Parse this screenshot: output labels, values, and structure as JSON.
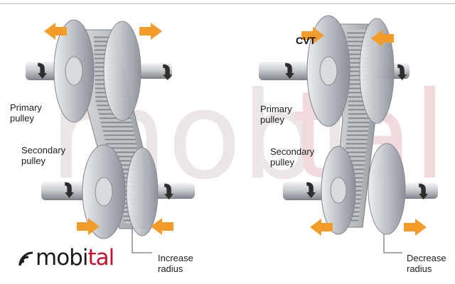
{
  "title": "CVT",
  "left_panel": {
    "primary_label": [
      "Primary",
      "pulley"
    ],
    "secondary_label": [
      "Secondary",
      "pulley"
    ],
    "callout": [
      "Increase",
      "radius"
    ]
  },
  "right_panel": {
    "primary_label": [
      "Primary",
      "pulley"
    ],
    "secondary_label": [
      "Secondary",
      "pulley"
    ],
    "callout": [
      "Decrease",
      "radius"
    ]
  },
  "logo": {
    "part1": "mobi",
    "part2": "tal",
    "watermark": "mobital"
  },
  "colors": {
    "arrow": "#f39c2a",
    "brand_red": "#c8102e",
    "watermark": "#e9dfe0",
    "metal": "#a9adb3"
  },
  "icons": [
    "orange-push-arrow",
    "rotation-arrow",
    "wifi-signal-icon"
  ]
}
